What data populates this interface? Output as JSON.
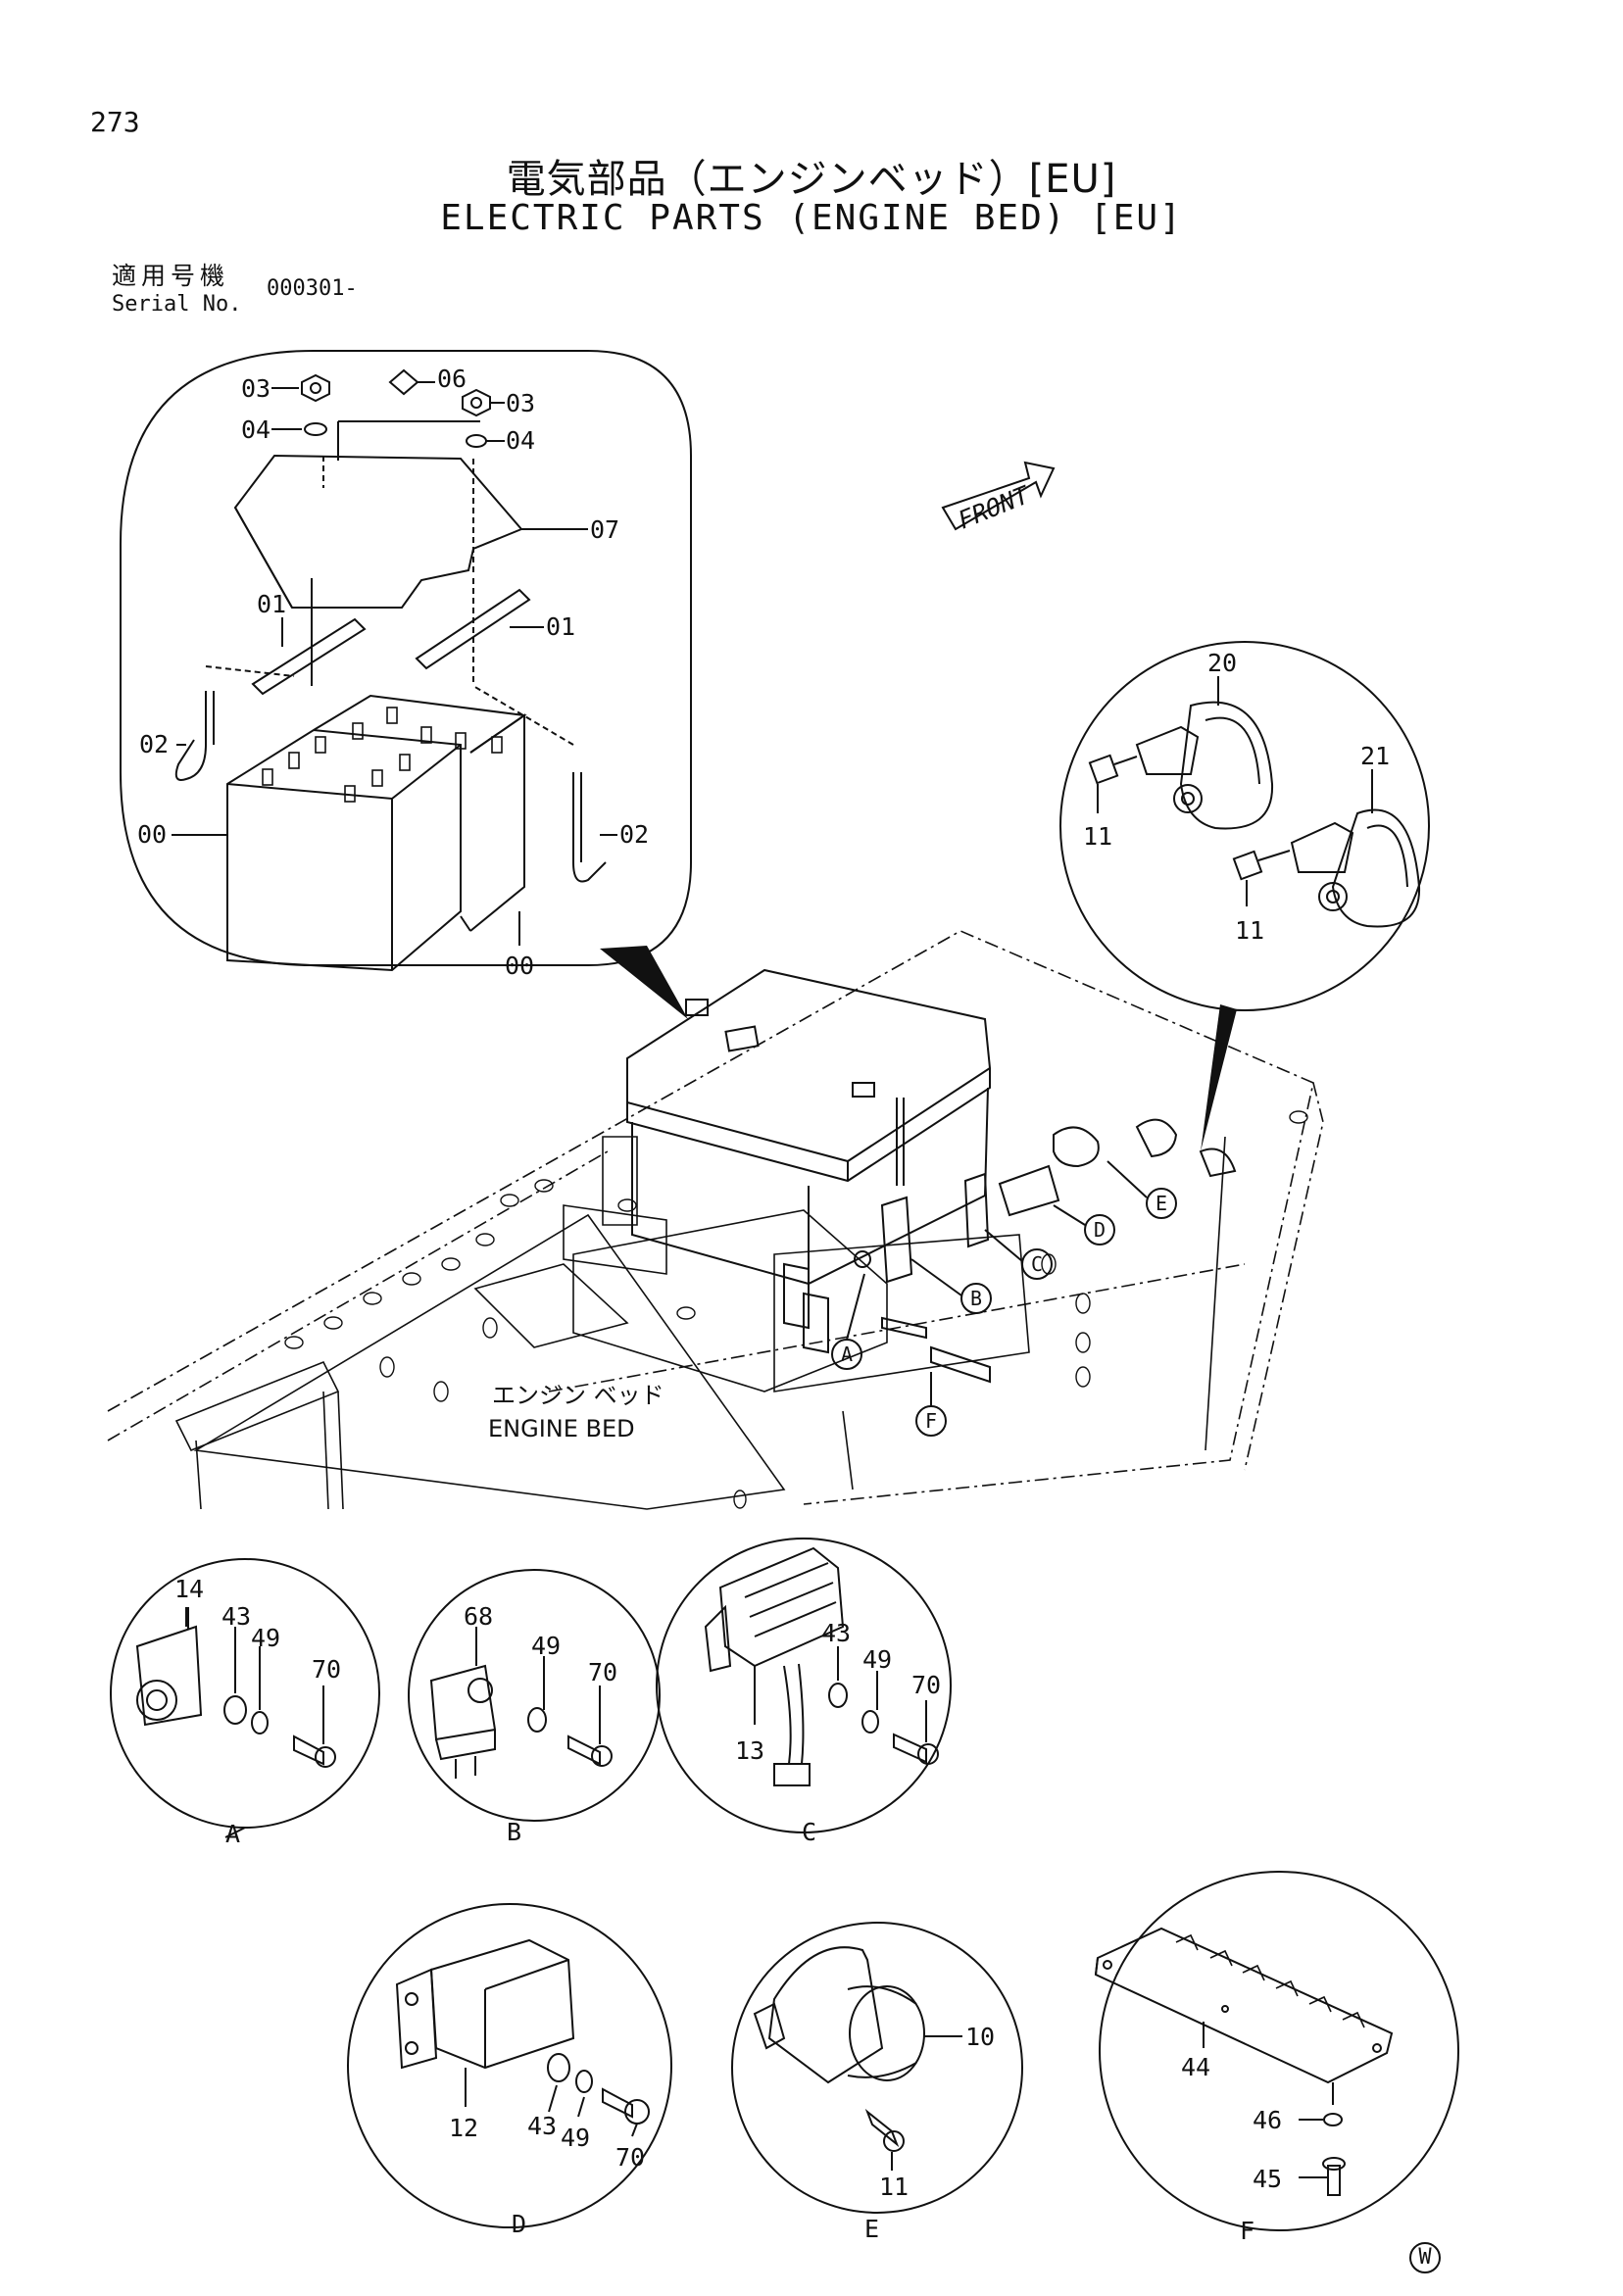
{
  "page": {
    "number": "273",
    "title_jp": "電気部品（エンジンベッド）[EU]",
    "title_en": "ELECTRIC PARTS (ENGINE BED) [EU]",
    "serial_label_jp": "適用号機",
    "serial_label_en": "Serial No.",
    "serial_value": "000301-",
    "watermark": "W"
  },
  "main_view": {
    "front_label": "FRONT",
    "engine_bed_jp": "エンジン ベッド",
    "engine_bed_en": "ENGINE BED",
    "callouts": [
      "A",
      "B",
      "C",
      "D",
      "E",
      "F"
    ]
  },
  "battery_detail": {
    "part_labels": [
      "03",
      "06",
      "03",
      "04",
      "04",
      "07",
      "01",
      "01",
      "02",
      "02",
      "00",
      "00"
    ]
  },
  "horn_detail": {
    "part_labels": [
      "20",
      "21",
      "11",
      "11"
    ]
  },
  "detail_views": [
    {
      "letter": "A",
      "parts": [
        "14",
        "43",
        "49",
        "70"
      ]
    },
    {
      "letter": "B",
      "parts": [
        "68",
        "49",
        "70"
      ]
    },
    {
      "letter": "C",
      "parts": [
        "43",
        "49",
        "70",
        "13"
      ]
    },
    {
      "letter": "D",
      "parts": [
        "12",
        "43",
        "49",
        "70"
      ]
    },
    {
      "letter": "E",
      "parts": [
        "10",
        "11"
      ]
    },
    {
      "letter": "F",
      "parts": [
        "44",
        "46",
        "45"
      ]
    }
  ]
}
